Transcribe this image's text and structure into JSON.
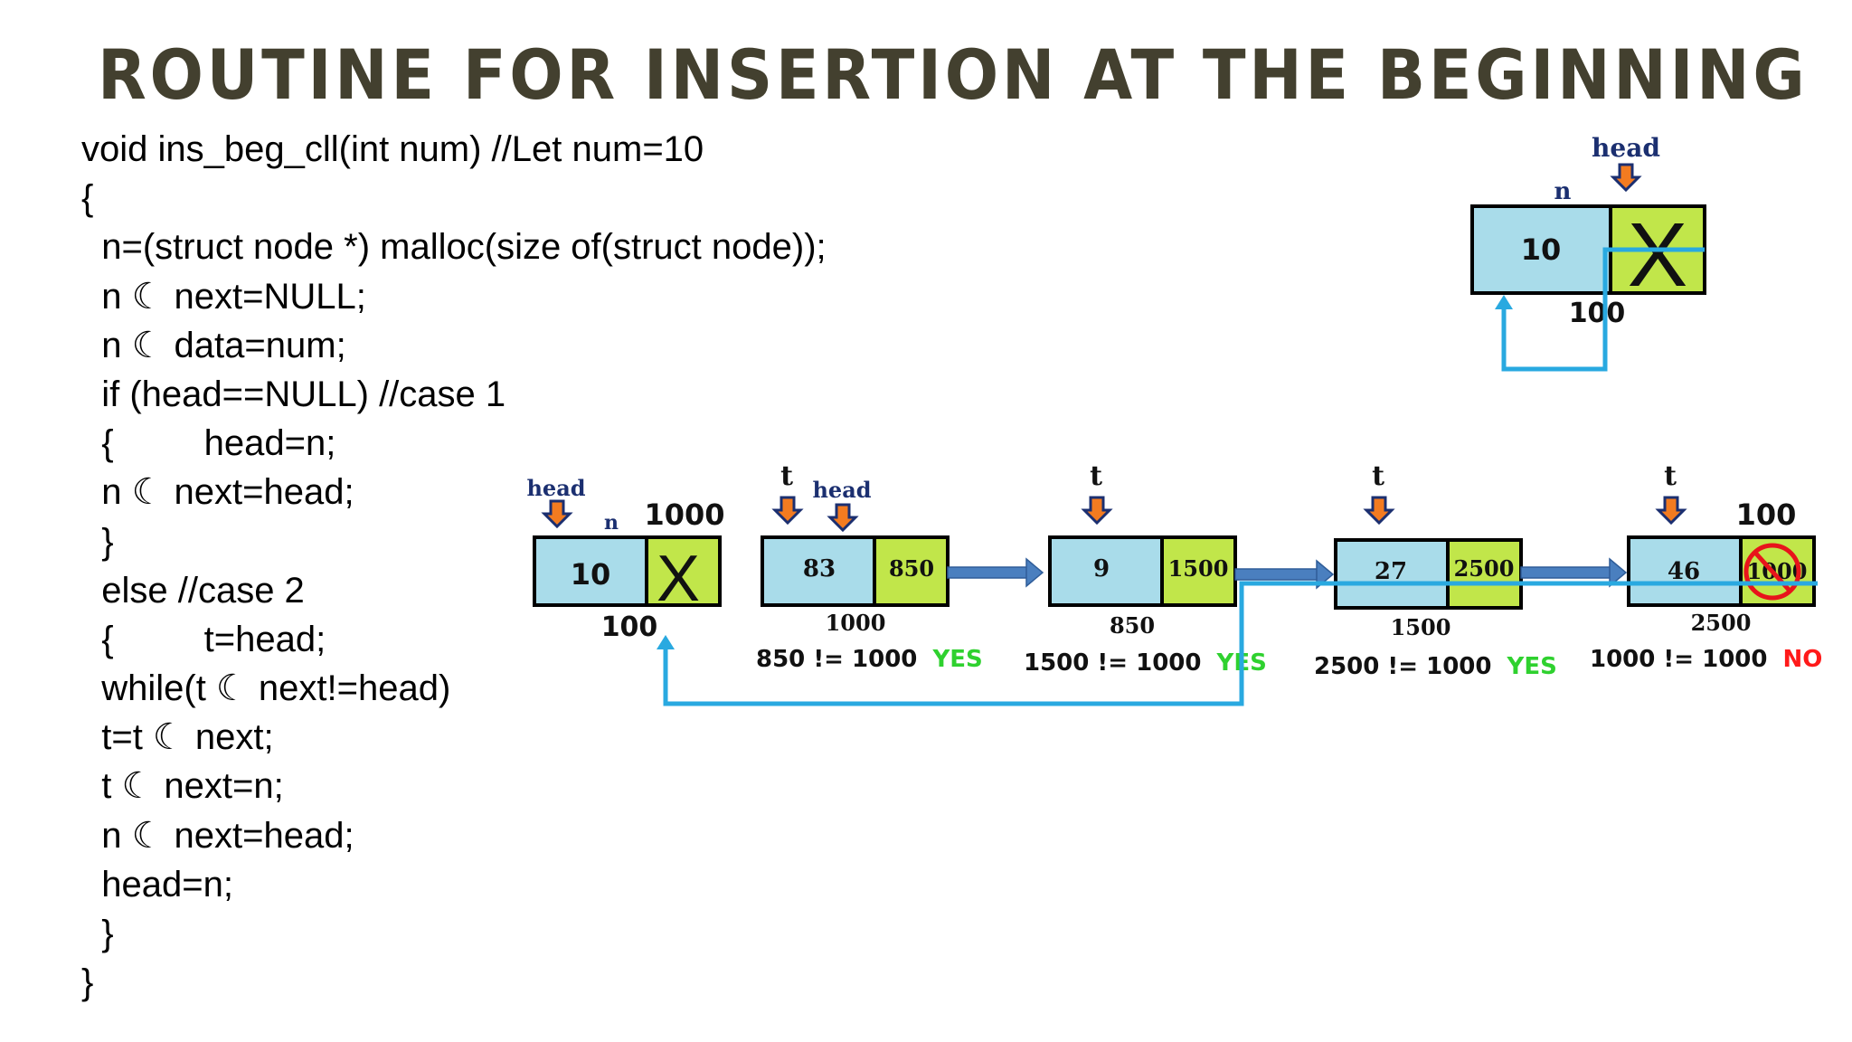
{
  "slide": {
    "title": "ROUTINE FOR INSERTION AT THE BEGINNING"
  },
  "code_lines": [
    "void ins_beg_cll(int num) //Let num=10",
    "{",
    "  n=(struct node *) malloc(size of(struct node));",
    "  n ☾ next=NULL;",
    "  n ☾ data=num;",
    "  if (head==NULL) //case 1",
    "  {         head=n;",
    "  n ☾ next=head;",
    "  }",
    "  else //case 2",
    "  {         t=head;",
    "  while(t ☾ next!=head)",
    "  t=t ☾ next;",
    "  t ☾ next=n;",
    "  n ☾ next=head;",
    "  head=n;",
    "  }",
    "}"
  ],
  "case1_diagram": {
    "head_label": "head",
    "n_label": "n",
    "node_data": "10",
    "node_next": "X",
    "address": "100"
  },
  "case2_diagram": {
    "new_node": {
      "head_label": "head",
      "n_label": "n",
      "data": "10",
      "next": "X",
      "address_top": "1000",
      "address_bottom": "100"
    },
    "nodes": [
      {
        "pointer": "t",
        "extra_pointer": "head",
        "data": "83",
        "next": "850",
        "address": "1000",
        "check": "850 != 1000",
        "result": "YES"
      },
      {
        "pointer": "t",
        "data": "9",
        "next": "1500",
        "address": "850",
        "check": "1500 != 1000",
        "result": "YES"
      },
      {
        "pointer": "t",
        "data": "27",
        "next": "2500",
        "address": "1500",
        "check": "2500 != 1000",
        "result": "YES"
      },
      {
        "pointer": "t",
        "data": "46",
        "next": "1000",
        "address": "2500",
        "address_top": "100",
        "check": "1000 != 1000",
        "result": "NO"
      }
    ],
    "colors": {
      "yes": "#2fd12f",
      "no": "#ff1a1a",
      "data_cell": "#a9dcea",
      "next_cell": "#c1e64a",
      "link": "#29a9e0"
    }
  }
}
